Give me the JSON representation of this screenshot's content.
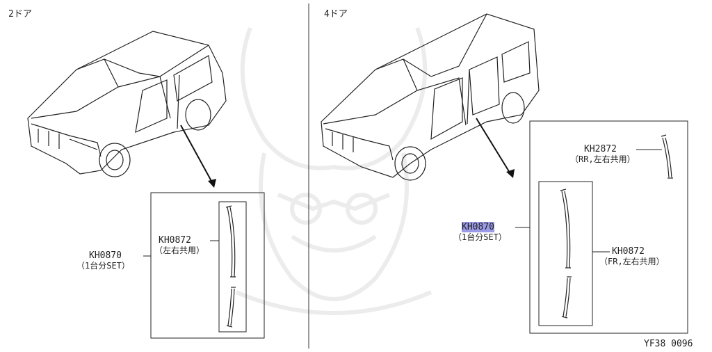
{
  "left_panel": {
    "title": "2ドア",
    "inner_part": {
      "code": "KH0872",
      "note": "（左右共用）"
    },
    "set_part": {
      "code": "KH0870",
      "note": "（1台分SET）"
    }
  },
  "right_panel": {
    "title": "4ドア",
    "set_part": {
      "code": "KH0870",
      "note": "（1台分SET）",
      "highlighted": true
    },
    "rear_part": {
      "code": "KH2872",
      "note": "（RR,左右共用）"
    },
    "front_part": {
      "code": "KH0872",
      "note": "（FR,左右共用）"
    }
  },
  "figure_id": "YF38 0096",
  "colors": {
    "line": "#222222",
    "highlight": "#9a9ae6",
    "watermark": "#ececec"
  }
}
